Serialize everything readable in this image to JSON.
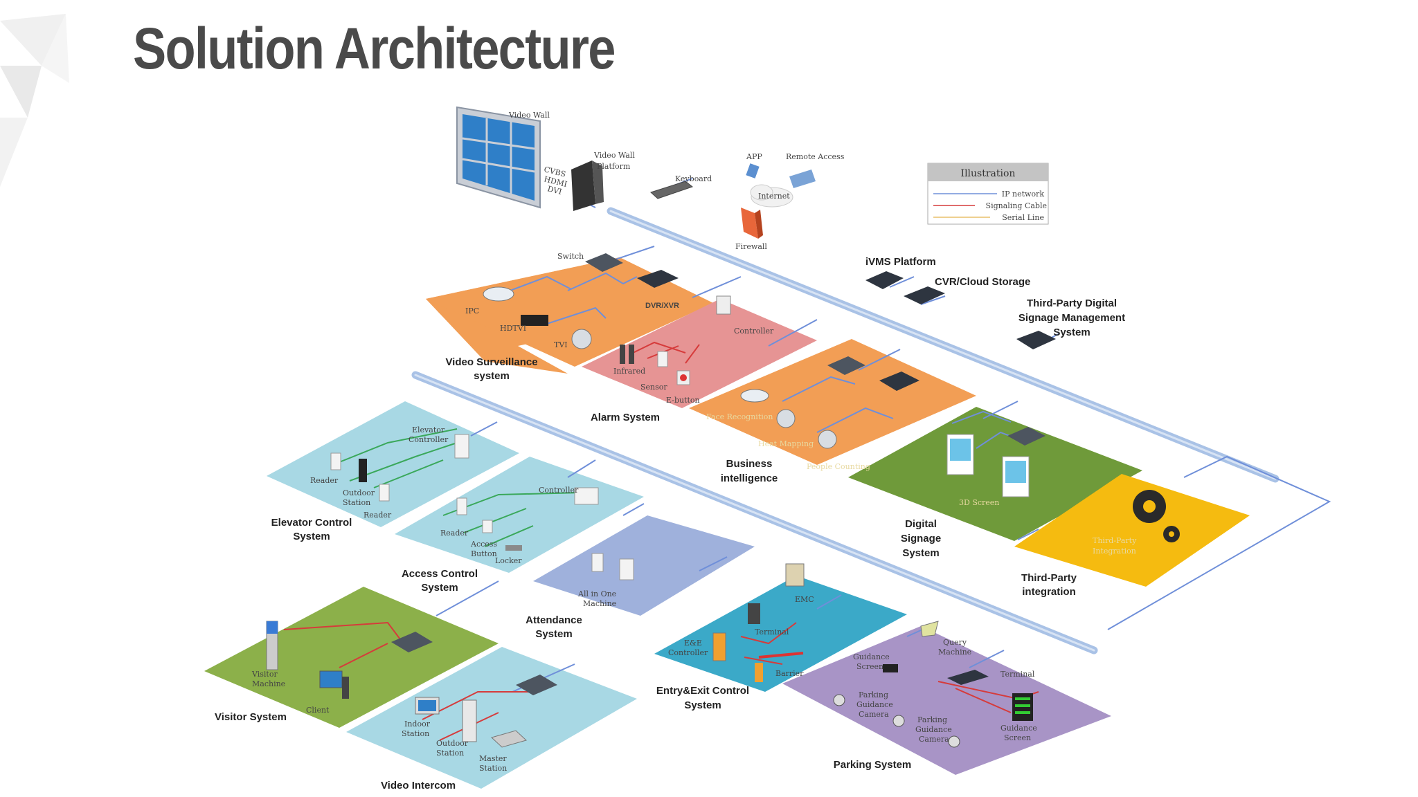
{
  "title": "Solution Architecture",
  "legend": {
    "title": "Illustration",
    "items": [
      {
        "label": "IP network",
        "color": "#6f8fd9"
      },
      {
        "label": "Signaling Cable",
        "color": "#d63b3b"
      },
      {
        "label": "Serial Line",
        "color": "#e9c06a"
      }
    ]
  },
  "top_devices": {
    "video_wall": "Video Wall",
    "video_wall_platform": [
      "Video Wall",
      "Platform"
    ],
    "cvbs": "CVBS",
    "hdmi": "HDMI",
    "dvi": "DVI",
    "keyboard": "Keyboard",
    "app": "APP",
    "remote_access": "Remote Access",
    "internet": "Internet",
    "firewall": "Firewall",
    "ivms": "iVMS Platform",
    "cvr": "CVR/Cloud Storage",
    "third_party_signage": [
      "Third-Party Digital",
      "Signage Management",
      "System"
    ]
  },
  "systems": {
    "video_surveillance": {
      "name": [
        "Video Surveillance",
        "system"
      ],
      "devices": [
        "Switch",
        "IPC",
        "HDTVI",
        "TVI",
        "DVR/XVR"
      ]
    },
    "alarm": {
      "name": [
        "Alarm System"
      ],
      "devices": [
        "Controller",
        "Infrared",
        "Sensor",
        "E-button"
      ]
    },
    "business_intelligence": {
      "name": [
        "Business",
        "intelligence"
      ],
      "devices": [
        "Face Recognition",
        "Heat Mapping",
        "People Counting"
      ]
    },
    "digital_signage": {
      "name": [
        "Digital",
        "Signage",
        "System"
      ],
      "devices": [
        "3D Screen"
      ]
    },
    "third_party": {
      "name": [
        "Third-Party",
        "integration"
      ],
      "devices": [
        "Third-Party",
        "Integration"
      ]
    },
    "elevator": {
      "name": [
        "Elevator Control",
        "System"
      ],
      "devices": [
        "Elevator",
        "Controller",
        "Reader",
        "Outdoor",
        "Station",
        "Reader"
      ]
    },
    "access": {
      "name": [
        "Access Control",
        "System"
      ],
      "devices": [
        "Controller",
        "Reader",
        "Access",
        "Button",
        "Locker"
      ]
    },
    "attendance": {
      "name": [
        "Attendance",
        "System"
      ],
      "devices": [
        "All in One",
        "Machine"
      ]
    },
    "visitor": {
      "name": [
        "Visitor System"
      ],
      "devices": [
        "Visitor",
        "Machine",
        "Client"
      ]
    },
    "intercom": {
      "name": [
        "Video Intercom"
      ],
      "devices": [
        "Indoor",
        "Station",
        "Outdoor",
        "Station",
        "Master",
        "Station"
      ]
    },
    "entry_exit": {
      "name": [
        "Entry&Exit Control",
        "System"
      ],
      "devices": [
        "EMC",
        "Terminal",
        "E&E",
        "Controller",
        "Barrier"
      ]
    },
    "parking": {
      "name": [
        "Parking System"
      ],
      "devices": [
        "Query",
        "Machine",
        "Guidance",
        "Screen",
        "Terminal",
        "Parking",
        "Guidance",
        "Camera",
        "Parking",
        "Guidance",
        "Camera",
        "Guidance",
        "Screen"
      ]
    }
  },
  "colors": {
    "orange": "#f29e55",
    "pink": "#e69494",
    "green": "#6f9a3a",
    "yellow": "#f5bb10",
    "light_blue": "#a8d8e4",
    "periwinkle": "#9fb1dc",
    "teal": "#3ba9c8",
    "olive": "#8cb04a",
    "purple": "#a894c6",
    "bus": "#a9c2e6"
  }
}
